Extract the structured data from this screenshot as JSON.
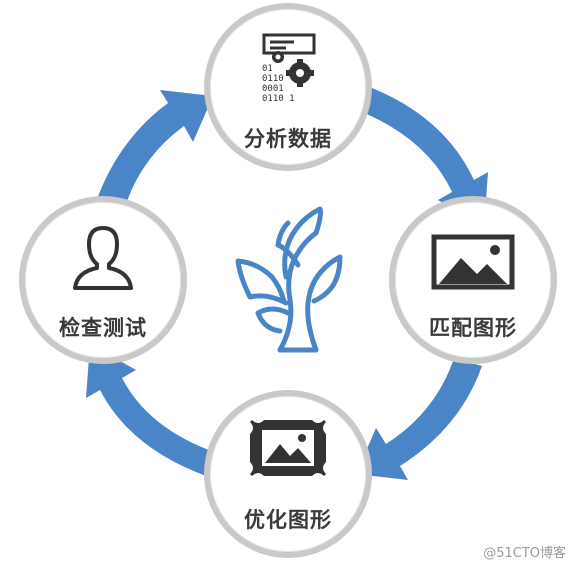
{
  "diagram": {
    "accent_color": "#4a86c7",
    "ring_color": "#c9c9c9",
    "center_icon": "plant-growth-icon",
    "steps": [
      {
        "id": "top",
        "label": "分析数据",
        "icon": "data-gears-icon",
        "icon_text": [
          "01",
          "0110",
          "0001",
          "0110 1"
        ]
      },
      {
        "id": "right",
        "label": "匹配图形",
        "icon": "picture-icon"
      },
      {
        "id": "bottom",
        "label": "优化图形",
        "icon": "framed-picture-icon"
      },
      {
        "id": "left",
        "label": "检查测试",
        "icon": "user-icon"
      }
    ]
  },
  "watermark": "@51CTO博客"
}
